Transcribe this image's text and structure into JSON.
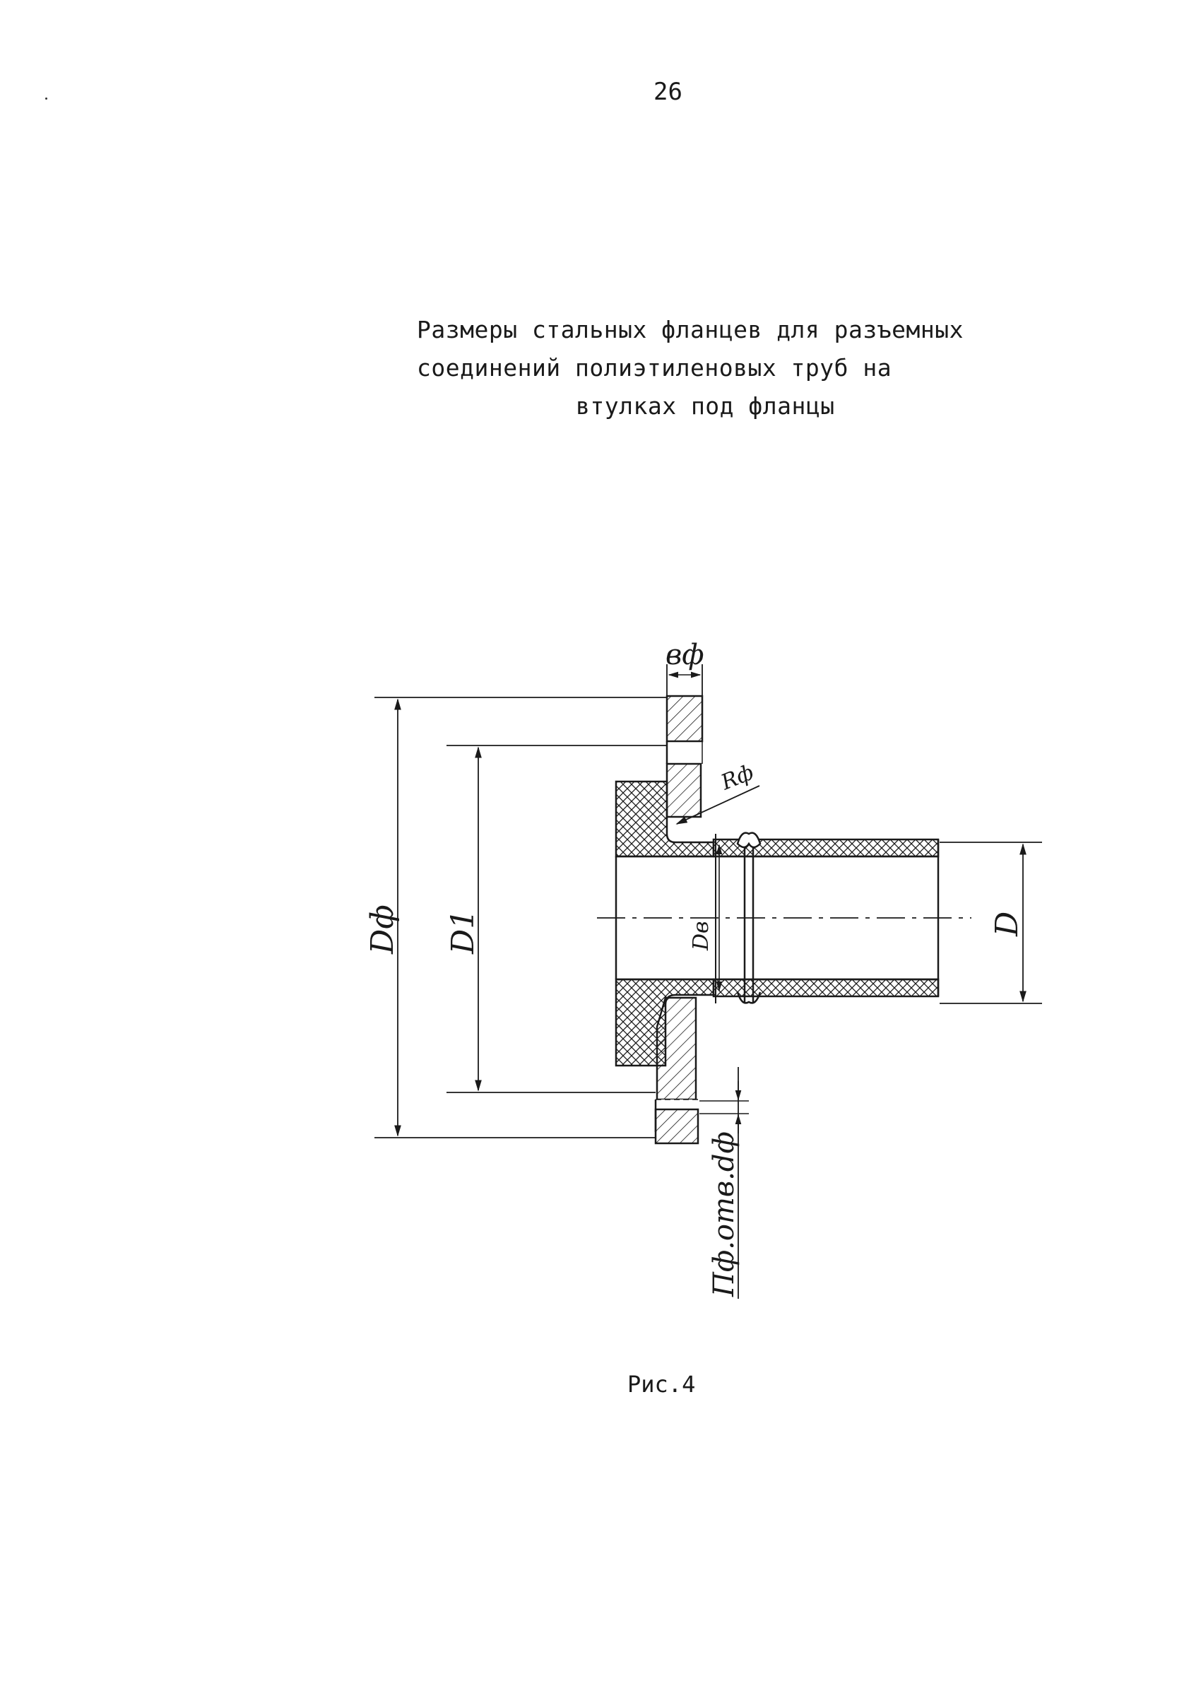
{
  "page": {
    "number": "26"
  },
  "title": {
    "line1": "Размеры стальных фланцев для разъемных",
    "line2": "соединений полиэтиленовых труб на",
    "line3": "втулках под фланцы"
  },
  "figure": {
    "labels": {
      "flange_thickness": "вф",
      "fillet_radius": "Rф",
      "flange_outer_diameter": "Dф",
      "bolt_circle_diameter": "D1",
      "bushing_diameter": "Dв",
      "pipe_diameter": "D",
      "holes": "Пф.отв.dф"
    },
    "caption": "Рис.4"
  }
}
